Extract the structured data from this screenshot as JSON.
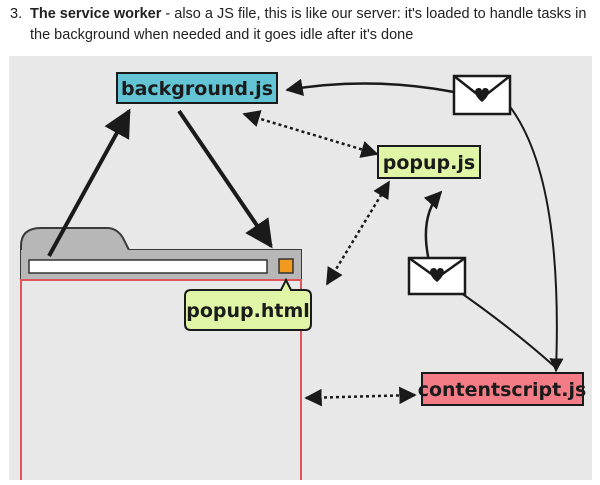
{
  "paragraph": {
    "number": "3.",
    "bold": "The service worker",
    "line1": " - also a JS file, this is like our server: it's loaded to handle tasks in",
    "line2": "the background when needed and it goes idle after it's done"
  },
  "diagram": {
    "background_js": "background.js",
    "popup_js": "popup.js",
    "popup_html": "popup.html",
    "contentscript_js": "contentscript.js",
    "colors": {
      "background_js": "#62c4d4",
      "popup_js": "#e0f5a6",
      "popup_html": "#e0f5a6",
      "contentscript_js": "#f47c86",
      "page_border": "#e2545c",
      "browser_chrome": "#b7b7b7",
      "favicon": "#f29a1f",
      "canvas": "#e8e8e8"
    },
    "icons": [
      "envelope-heart-icon",
      "envelope-heart-icon"
    ]
  }
}
